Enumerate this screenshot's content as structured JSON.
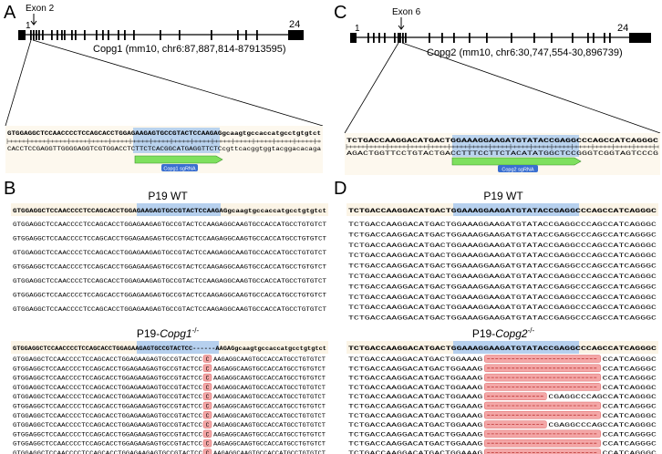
{
  "panels": {
    "A": {
      "letter": "A",
      "exon_label": "Exon 2",
      "exon_start": "1",
      "exon_end": "24",
      "gene_label": "Copg1 (mm10, chr6:87,887,814-87913595)",
      "top_seq": "GTGGAGGCTCCAACCCCTCCAGCACCTGGAGAAGAGTGCCGTACTCCAAGAGgcaagtgccaccatgcctgtgtct",
      "bottom_seq": "CACCTCCGAGGTTGGGGAGGTCGTGGACCTCTTCTCACGGCATGAGGTTCTCcgttcacggtggtacggacacaga",
      "sgrna_label": "Copg1 sgRNA"
    },
    "B": {
      "letter": "B",
      "title_wt": "P19 WT",
      "title_ko_prefix": "P19-",
      "title_ko_gene": "Copg1",
      "title_ko_sup": "-/-",
      "ref_seq": "GTGGAGGCTCCAACCCCTCCAGCACCTGGAGAAGAGTGCCGTACTCCAAGAGgcaagtgccaccatgcctgtgtct",
      "wt_read": "GTGGAGGCTCCAACCCCTCCAGCACCTGGAGAAGAGTGCCGTACTCCAAGAGGCAAGTGCCACCATGCCTGTGTCT",
      "ko_ref_seq": "GTGGAGGCTCCAACCCCTCCAGCACCTGGAGAAGAGTGCCGTACTCC------AAGAGgcaagtgccaccatgcctgtgtct",
      "ko_read_left": "GTGGAGGCTCCAACCCCTCCAGCACCTGGAGAAGAGTGCCGTACTCC",
      "ko_read_ins": "C",
      "ko_read_right": "AAGAGGCAAGTGCCACCATGCCTGTGTCT"
    },
    "C": {
      "letter": "C",
      "exon_label": "Exon 6",
      "exon_start": "1",
      "exon_end": "24",
      "gene_label": "Copg2 (mm10, chr6:30,747,554-30,896739)",
      "top_seq": "TCTGACCAAGGACATGACTGGAAAGGAAGATGTATACCGAGGCCCAGCCATCAGGGC",
      "bottom_seq": "AGACTGGTTCCTGTACTGACCTTTCCTTCTACATATGGCTCCGGGTCGGTAGTCCCG",
      "sgrna_label": "Copg2 sgRNA"
    },
    "D": {
      "letter": "D",
      "title_wt": "P19 WT",
      "title_ko_prefix": "P19-",
      "title_ko_gene": "Copg2",
      "title_ko_sup": "-/-",
      "ref_seq": "TCTGACCAAGGACATGACTGGAAAGGAAGATGTATACCGAGGCCCAGCCATCAGGGC",
      "wt_read": "TCTGACCAAGGACATGACTGGAAAGGAAGATGTATACCGAGGCCCAGCCATCAGGGC",
      "ko_read_left": "TCTGACCAAGGACATGACTGGAAAG",
      "ko_read_right_long": "CCATCAGGGC",
      "ko_read_right_short": "CGAGGCCCAGCCATCAGGGC"
    }
  }
}
